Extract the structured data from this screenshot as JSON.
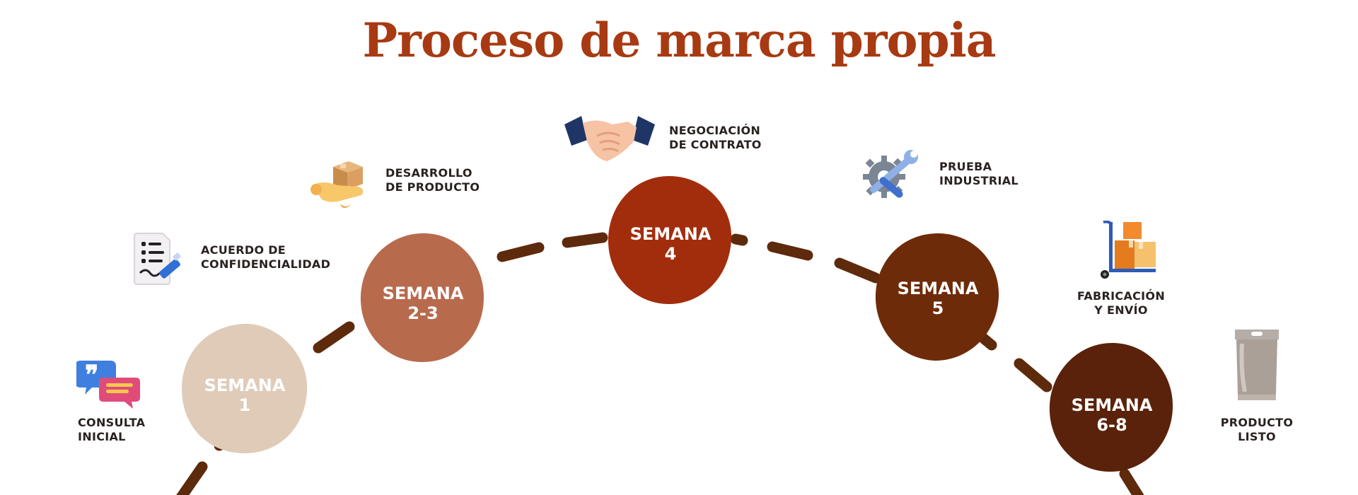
{
  "title": "Proceso de marca propia",
  "colors": {
    "title": "#a73a12",
    "path": "#5e2a0c",
    "semana_1": "#e0cbb9",
    "semana_2_3": "#b86a4d",
    "semana_4": "#a22d0d",
    "semana_5": "#6e2b09",
    "semana_6_8": "#5a220a"
  },
  "weeks": [
    {
      "line1": "SEMANA",
      "line2": "1"
    },
    {
      "line1": "SEMANA",
      "line2": "2-3"
    },
    {
      "line1": "SEMANA",
      "line2": "4"
    },
    {
      "line1": "SEMANA",
      "line2": "5"
    },
    {
      "line1": "SEMANA",
      "line2": "6-8"
    }
  ],
  "steps": [
    {
      "line1": "CONSULTA",
      "line2": "INICIAL",
      "icon": "speech-bubbles-icon"
    },
    {
      "line1": "ACUERDO DE",
      "line2": "CONFIDENCIALIDAD",
      "icon": "document-signing-icon"
    },
    {
      "line1": "DESARROLLO",
      "line2": "DE PRODUCTO",
      "icon": "hand-with-box-icon"
    },
    {
      "line1": "NEGOCIACIÓN",
      "line2": "DE CONTRATO",
      "icon": "handshake-icon"
    },
    {
      "line1": "PRUEBA",
      "line2": "INDUSTRIAL",
      "icon": "wrench-gear-icon"
    },
    {
      "line1": "FABRICACIÓN",
      "line2": "Y ENVÍO",
      "icon": "hand-truck-boxes-icon"
    },
    {
      "line1": "PRODUCTO",
      "line2": "LISTO",
      "icon": "pouch-package-icon"
    }
  ]
}
